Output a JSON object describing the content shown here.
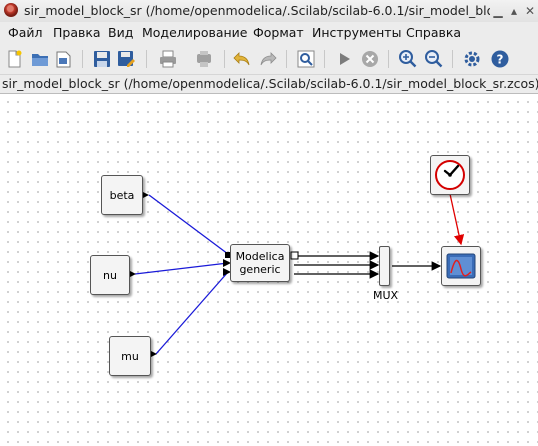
{
  "window": {
    "title": "sir_model_block_sr (/home/openmodelica/.Scilab/scilab-6.0.1/sir_model_block",
    "icons": {
      "app": "scilab-xcos-icon",
      "minimize": "minimize-icon",
      "maximize": "maximize-icon",
      "close": "close-icon"
    }
  },
  "menu": {
    "items": [
      "Файл",
      "Правка",
      "Вид",
      "Моделирование",
      "Формат",
      "Инструменты",
      "Справка"
    ]
  },
  "toolbar": {
    "buttons": [
      "new-diagram-icon",
      "open-folder-icon",
      "open-in-scilab-icon",
      "save-icon",
      "save-as-icon",
      "print-icon",
      "delete-icon",
      "undo-icon",
      "redo-icon",
      "fit-diagram-icon",
      "start-simulation-icon",
      "stop-simulation-icon",
      "zoom-in-icon",
      "zoom-out-icon",
      "setup-icon",
      "help-icon"
    ]
  },
  "pathbar": {
    "text": "sir_model_block_sr (/home/openmodelica/.Scilab/scilab-6.0.1/sir_model_block_sr.zcos) - Xcos"
  },
  "diagram": {
    "blocks": {
      "beta": "beta",
      "nu": "nu",
      "mu": "mu",
      "modelica": "Modelica generic",
      "mux_label": "MUX"
    },
    "colors": {
      "data_link": "#1a1ad8",
      "event_link": "#e00000",
      "mux_link": "#000000"
    }
  }
}
